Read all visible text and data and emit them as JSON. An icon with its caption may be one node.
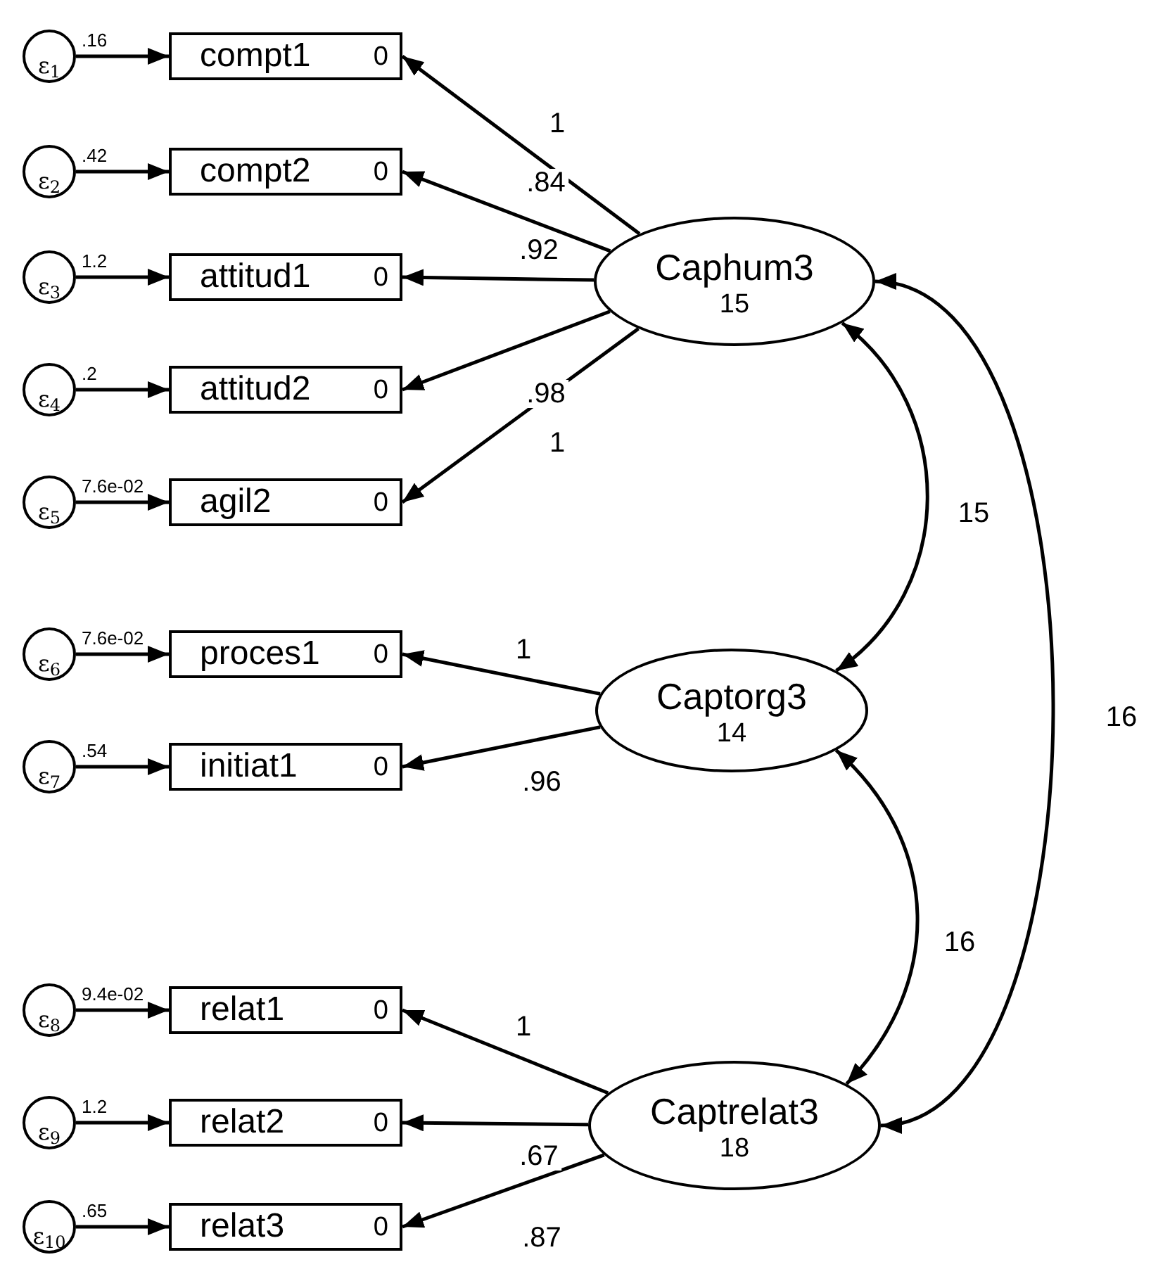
{
  "diagram": {
    "nodes": [
      {
        "text": [
          "ε$_{1}$"
        ],
        "beside": [
          ".16"
        ]
      },
      {
        "text": [
          "compt1",
          "0"
        ]
      },
      {
        "text": [
          "ε$_{2}$"
        ],
        "beside": [
          ".42"
        ]
      },
      {
        "text": [
          "compt2",
          "0"
        ]
      },
      {
        "text": [
          "ε$_{3}$"
        ],
        "beside": [
          "1.2"
        ]
      },
      {
        "text": [
          "attitud1",
          "0"
        ]
      },
      {
        "text": [
          "Caphum3",
          "15"
        ]
      },
      {
        "text": [
          "ε$_{4}$"
        ],
        "beside": [
          ".2"
        ]
      },
      {
        "text": [
          "attitud2",
          "0"
        ]
      },
      {
        "text": [
          "ε$_{5}$"
        ],
        "beside": [
          "7.6e-02"
        ]
      },
      {
        "text": [
          "agil2",
          "0"
        ]
      },
      {
        "text": [
          "ε$_{6}$"
        ],
        "beside": [
          "7.6e-02"
        ]
      },
      {
        "text": [
          "proces1",
          "0"
        ]
      },
      {
        "text": [
          "Captorg3",
          "14"
        ]
      },
      {
        "text": [
          "ε$_{7}$"
        ],
        "beside": [
          ".54"
        ]
      },
      {
        "text": [
          "initiat1",
          "0"
        ]
      },
      {
        "text": [
          "ε$_{8}$"
        ],
        "beside": [
          "9.4e-02"
        ]
      },
      {
        "text": [
          "relat1",
          "0"
        ]
      },
      {
        "text": [
          "ε$_{9}$"
        ],
        "beside": [
          "1.2"
        ]
      },
      {
        "text": [
          "relat2",
          "0"
        ]
      },
      {
        "text": [
          "Captrelat3",
          "18"
        ]
      },
      {
        "text": [
          "ε$_{10}$"
        ],
        "beside": [
          ".65"
        ]
      },
      {
        "text": [
          "relat3",
          "0"
        ]
      }
    ],
    "edges": [
      {
        "from": 0,
        "to": 1,
        "arrow": "to"
      },
      {
        "from": 2,
        "to": 3,
        "arrow": "to"
      },
      {
        "from": 4,
        "to": 5,
        "arrow": "to"
      },
      {
        "from": 7,
        "to": 8,
        "arrow": "to"
      },
      {
        "from": 9,
        "to": 10,
        "arrow": "to"
      },
      {
        "from": 11,
        "to": 12,
        "arrow": "to"
      },
      {
        "from": 14,
        "to": 15,
        "arrow": "to"
      },
      {
        "from": 16,
        "to": 17,
        "arrow": "to"
      },
      {
        "from": 18,
        "to": 19,
        "arrow": "to"
      },
      {
        "from": 21,
        "to": 22,
        "arrow": "to"
      },
      {
        "from": 6,
        "to": 1,
        "arrow": "to",
        "label": "1"
      },
      {
        "from": 6,
        "to": 3,
        "arrow": "to",
        "label": ".84"
      },
      {
        "from": 6,
        "to": 5,
        "arrow": "to",
        "label": ".92"
      },
      {
        "from": 6,
        "to": 8,
        "arrow": "to",
        "label": ".98"
      },
      {
        "from": 6,
        "to": 10,
        "arrow": "to",
        "label": "1"
      },
      {
        "from": 13,
        "to": 12,
        "arrow": "to",
        "label": "1"
      },
      {
        "from": 13,
        "to": 15,
        "arrow": "to",
        "label": ".96"
      },
      {
        "from": 20,
        "to": 17,
        "arrow": "to",
        "label": "1"
      },
      {
        "from": 20,
        "to": 19,
        "arrow": "to",
        "label": ".67"
      },
      {
        "from": 20,
        "to": 22,
        "arrow": "to",
        "label": ".87"
      },
      {
        "from": 6,
        "to": 13,
        "arrow": "both",
        "label": "15"
      },
      {
        "from": 13,
        "to": 20,
        "arrow": "both",
        "label": "16"
      },
      {
        "from": 6,
        "to": 20,
        "arrow": "both",
        "label": "16"
      }
    ]
  }
}
